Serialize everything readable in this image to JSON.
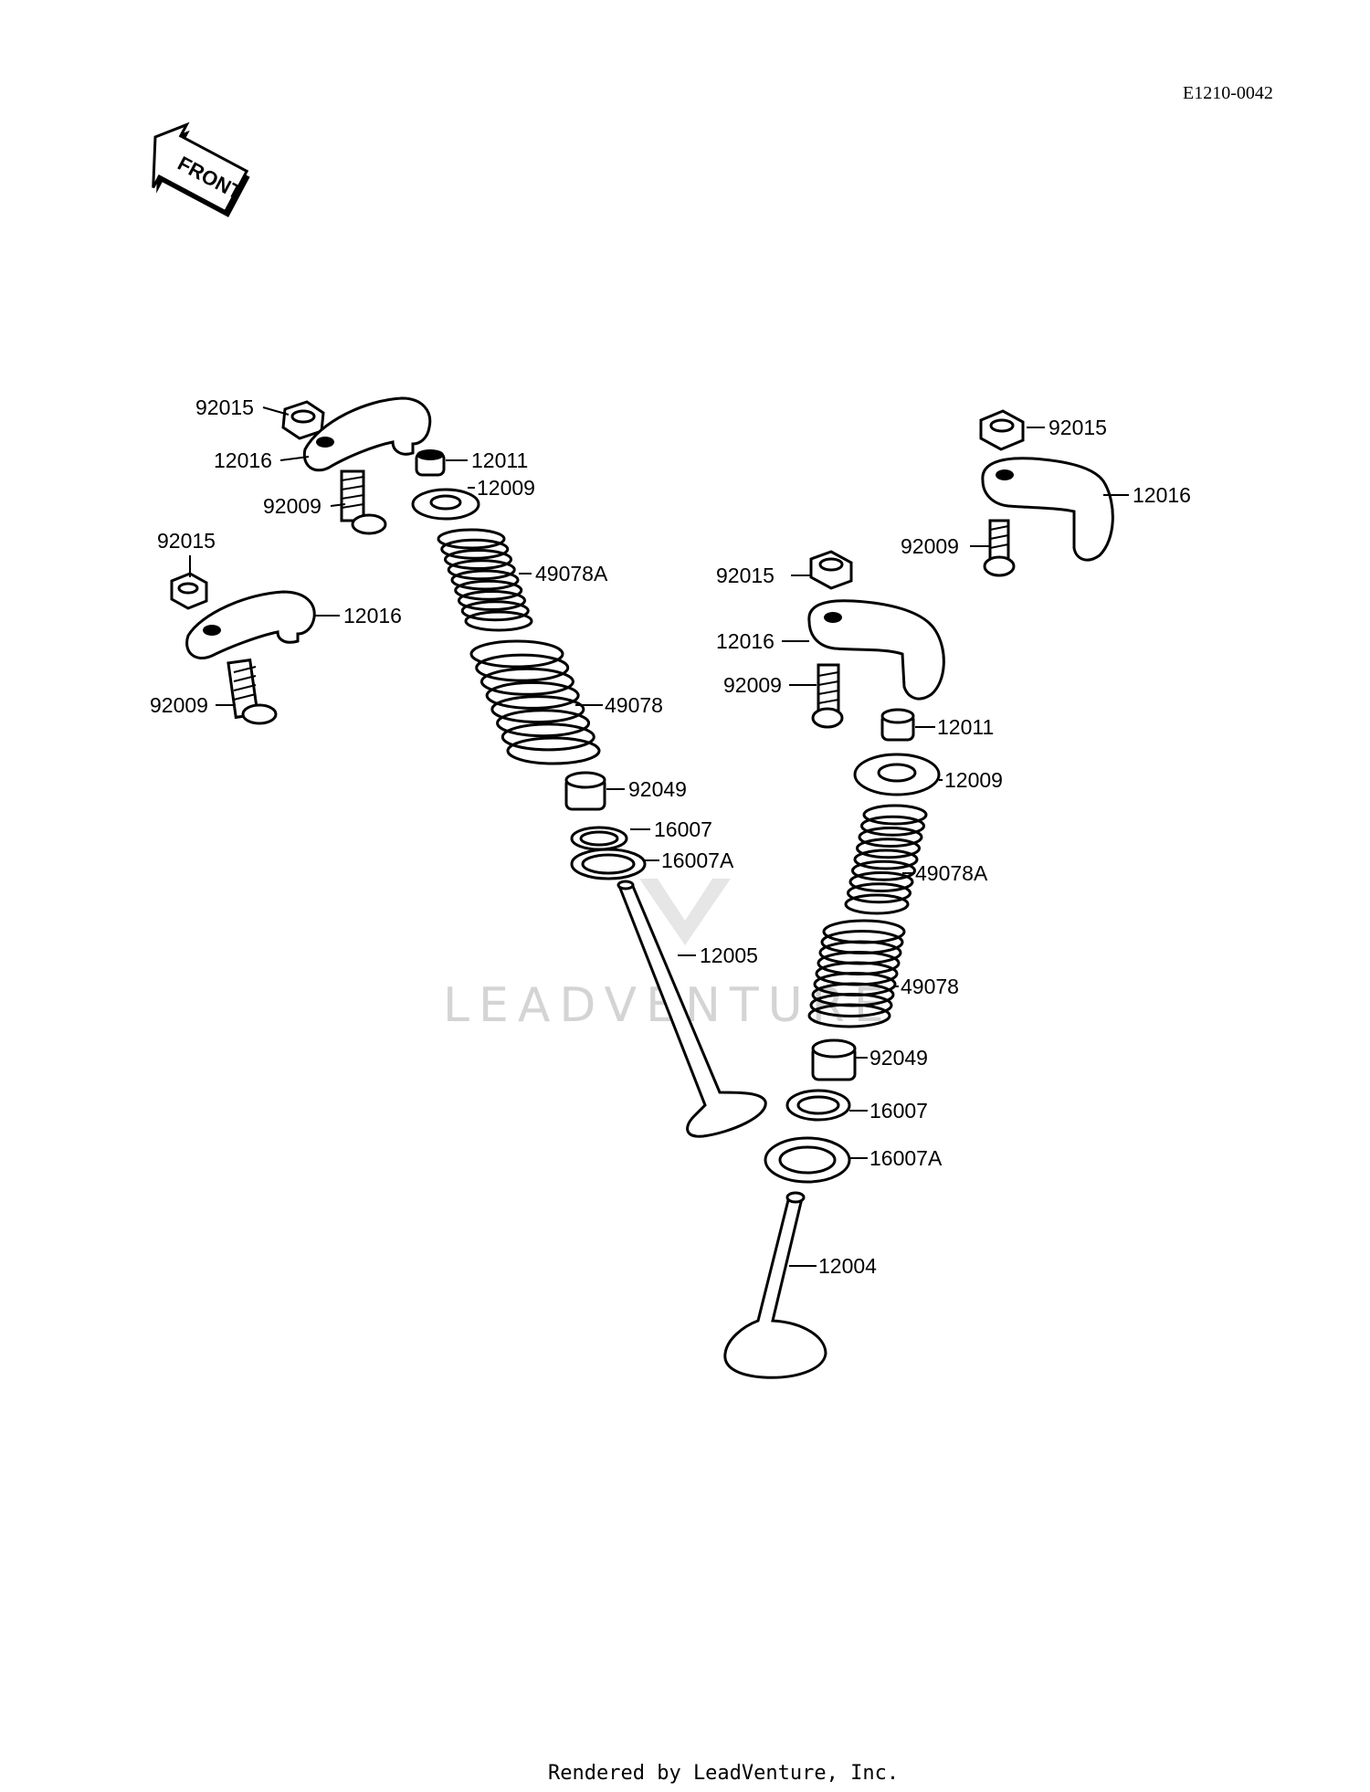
{
  "drawing_ref": "E1210-0042",
  "front_label": "FRONT",
  "watermark": "LEADVENTURE",
  "footer": "Rendered by LeadVenture, Inc.",
  "callouts": [
    "92015",
    "12016",
    "92009",
    "12011",
    "12009",
    "92015",
    "12016",
    "92009",
    "49078A",
    "49078",
    "92049",
    "16007",
    "16007A",
    "12005",
    "92015",
    "12016",
    "92015",
    "12016",
    "92009",
    "92009",
    "12011",
    "12009",
    "49078A",
    "49078",
    "92049",
    "16007",
    "16007A",
    "12004"
  ]
}
